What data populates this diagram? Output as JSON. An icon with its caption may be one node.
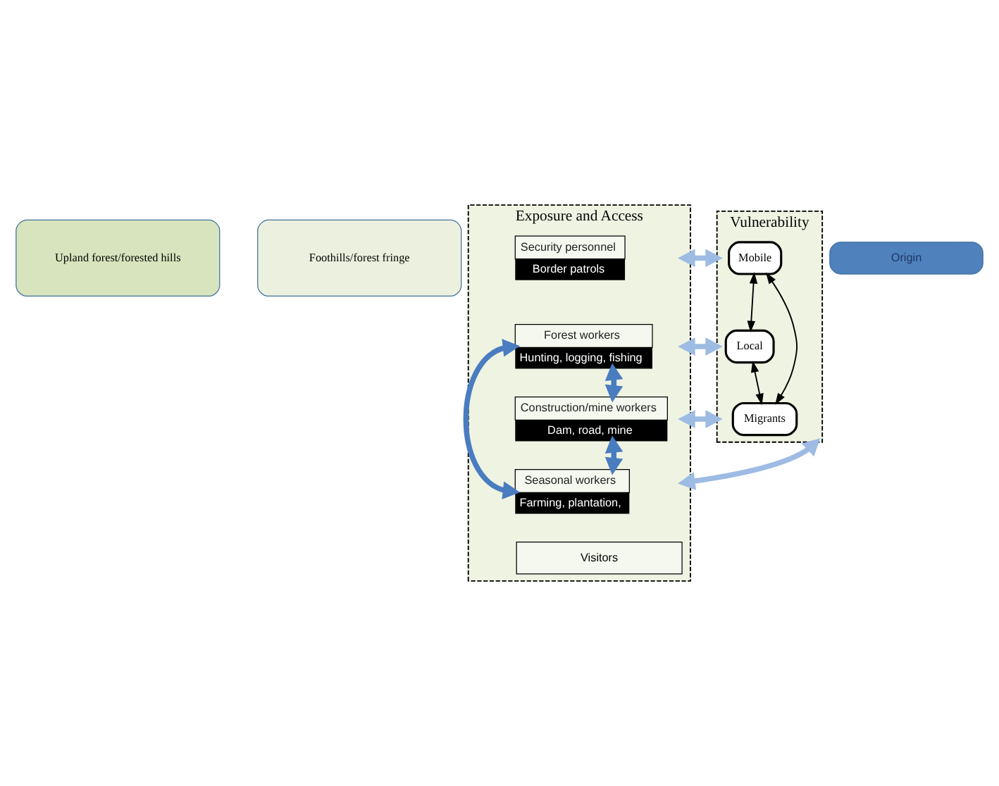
{
  "diagram": {
    "nodes": [
      {
        "text": [
          "Upland forest/forested hills"
        ]
      },
      {
        "text": [
          "Foothills/forest fringe"
        ]
      },
      {
        "text": [
          "Exposure and Access"
        ]
      },
      {
        "text": [
          "Security personnel",
          "Border patrols"
        ],
        "in": 2
      },
      {
        "text": [
          "Forest workers",
          "Hunting, logging, fishing"
        ],
        "in": 2
      },
      {
        "text": [
          "Construction/mine workers",
          "Dam, road, mine"
        ],
        "in": 2
      },
      {
        "text": [
          "Seasonal workers",
          "Farming, plantation,"
        ],
        "in": 2
      },
      {
        "text": [
          "Visitors"
        ],
        "in": 2
      },
      {
        "text": [
          "Vulnerability"
        ]
      },
      {
        "text": [
          "Mobile"
        ],
        "in": 8
      },
      {
        "text": [
          "Local"
        ],
        "in": 8
      },
      {
        "text": [
          "Migrants"
        ],
        "in": 8
      },
      {
        "text": [
          "Origin"
        ]
      }
    ],
    "edges": [
      {
        "from": 3,
        "to": 8,
        "arrow": "both"
      },
      {
        "from": 4,
        "to": 8,
        "arrow": "both"
      },
      {
        "from": 5,
        "to": 8,
        "arrow": "both"
      },
      {
        "from": 6,
        "to": 8,
        "arrow": "both"
      },
      {
        "from": 4,
        "to": 5,
        "arrow": "both",
        "color": "#4a7cc0"
      },
      {
        "from": 5,
        "to": 6,
        "arrow": "both",
        "color": "#4a7cc0"
      },
      {
        "from": 4,
        "to": 6,
        "arrow": "both",
        "color": "#4a7cc0"
      },
      {
        "from": 9,
        "to": 10,
        "arrow": "both",
        "color": "#000000"
      },
      {
        "from": 9,
        "to": 11,
        "arrow": "both",
        "color": "#000000"
      },
      {
        "from": 10,
        "to": 11,
        "arrow": "both",
        "color": "#000000"
      }
    ]
  }
}
